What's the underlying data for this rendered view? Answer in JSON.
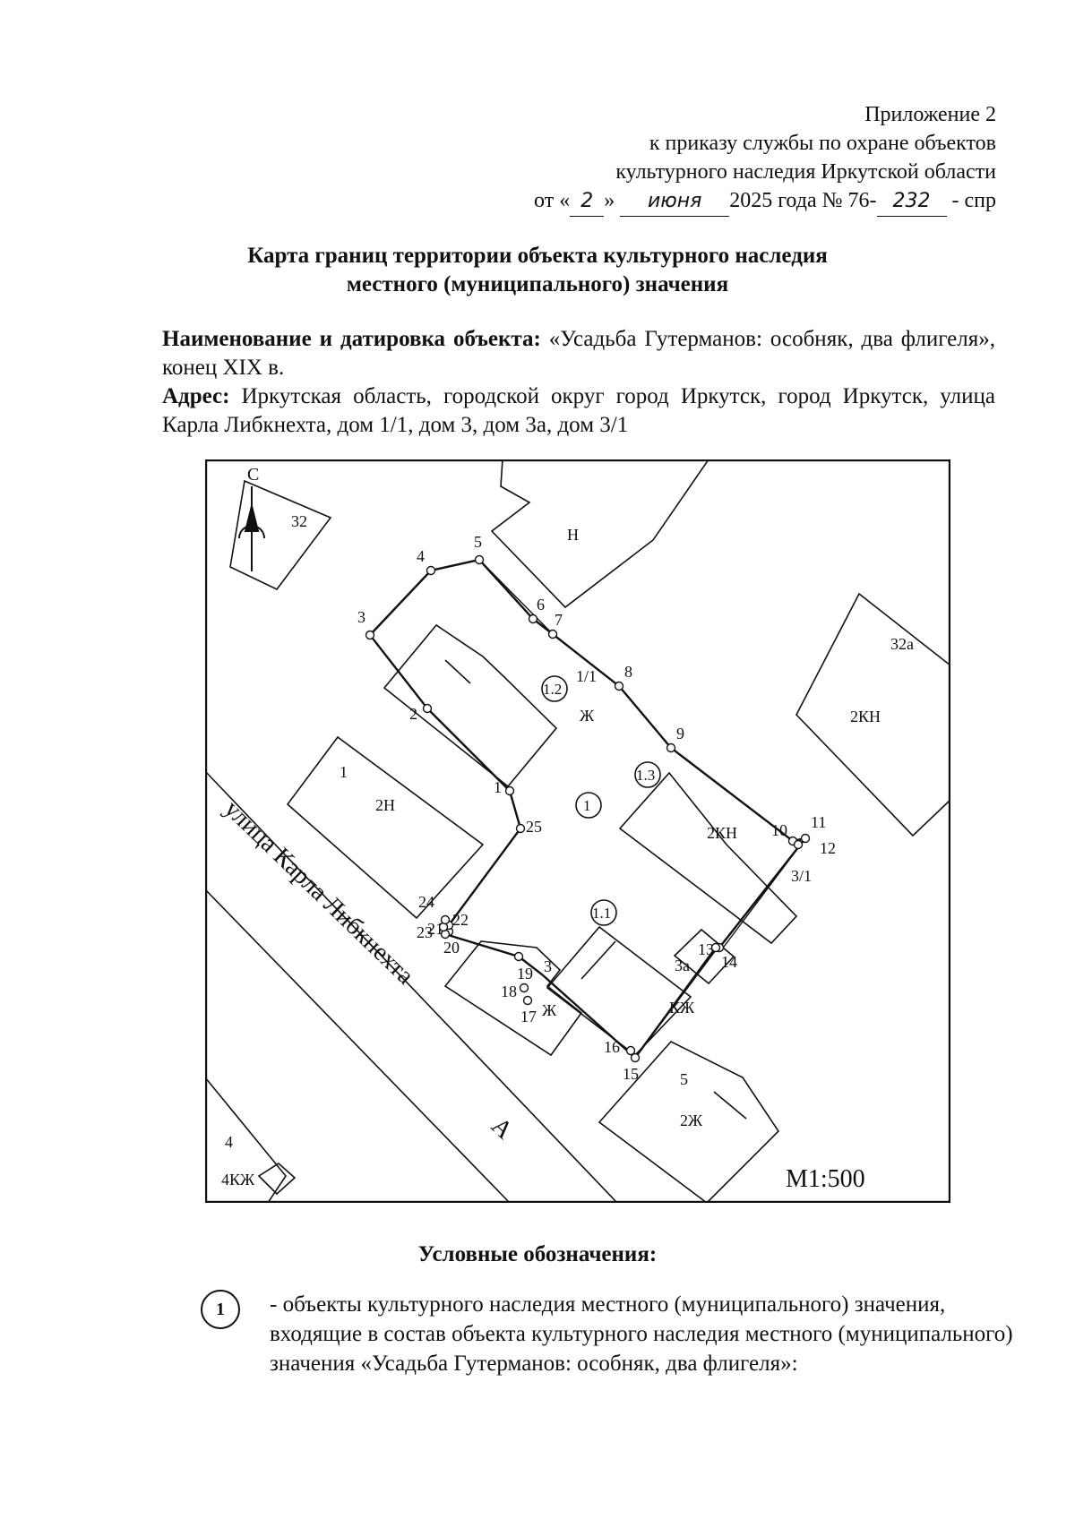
{
  "header": {
    "line1": "Приложение 2",
    "line2": "к приказу службы по охране объектов",
    "line3": "культурного наследия Иркутской области",
    "date_prefix": "от «",
    "date_day": "2",
    "date_mid": "»",
    "date_month": "июня",
    "date_year": "2025 года № 76-",
    "order_number": "232",
    "order_suffix": " - спр"
  },
  "title": {
    "line1": "Карта границ территории объекта культурного наследия",
    "line2": "местного (муниципального) значения"
  },
  "object": {
    "name_label": "Наименование и датировка объекта:",
    "name_value": " «Усадьба Гутерманов: особняк, два флигеля», конец XIX в.",
    "address_label": "Адрес:",
    "address_value": " Иркутская область, городской округ город Иркутск, город Иркутск, улица Карла Либкнехта, дом 1/1, дом 3, дом 3а, дом 3/1"
  },
  "map": {
    "north_label": "С",
    "street_label": "улица Карла Либкнехта",
    "street_marker": "А",
    "scale": "М1:500",
    "building_labels": {
      "b32": "32",
      "bN": "Н",
      "b32a": "32а",
      "b2KN_right": "2КН",
      "b1": "1",
      "b2N": "2Н",
      "b11_num": "1/1",
      "b11_type": "Ж",
      "b31_type": "2КН",
      "b31_num": "3/1",
      "b3_num": "3",
      "b3_type": "Ж",
      "b3a_num": "3а",
      "b3a_type": "КЖ",
      "b5_num": "5",
      "b5_type": "2Ж",
      "b4_num": "4",
      "b4_type": "4КЖ"
    },
    "objects": {
      "main": "1",
      "sub1": "1.1",
      "sub2": "1.2",
      "sub3": "1.3"
    },
    "point_labels": [
      "1",
      "2",
      "3",
      "4",
      "5",
      "6",
      "7",
      "8",
      "9",
      "10",
      "11",
      "12",
      "13",
      "14",
      "15",
      "16",
      "17",
      "18",
      "19",
      "20",
      "21",
      "22",
      "23",
      "24",
      "25"
    ]
  },
  "legend": {
    "title": "Условные обозначения:",
    "symbol": "1",
    "text": "- объекты культурного наследия местного (муниципального) значения, входящие в состав объекта культурного наследия местного (муниципального) значения «Усадьба Гутерманов: особняк, два флигеля»:"
  }
}
